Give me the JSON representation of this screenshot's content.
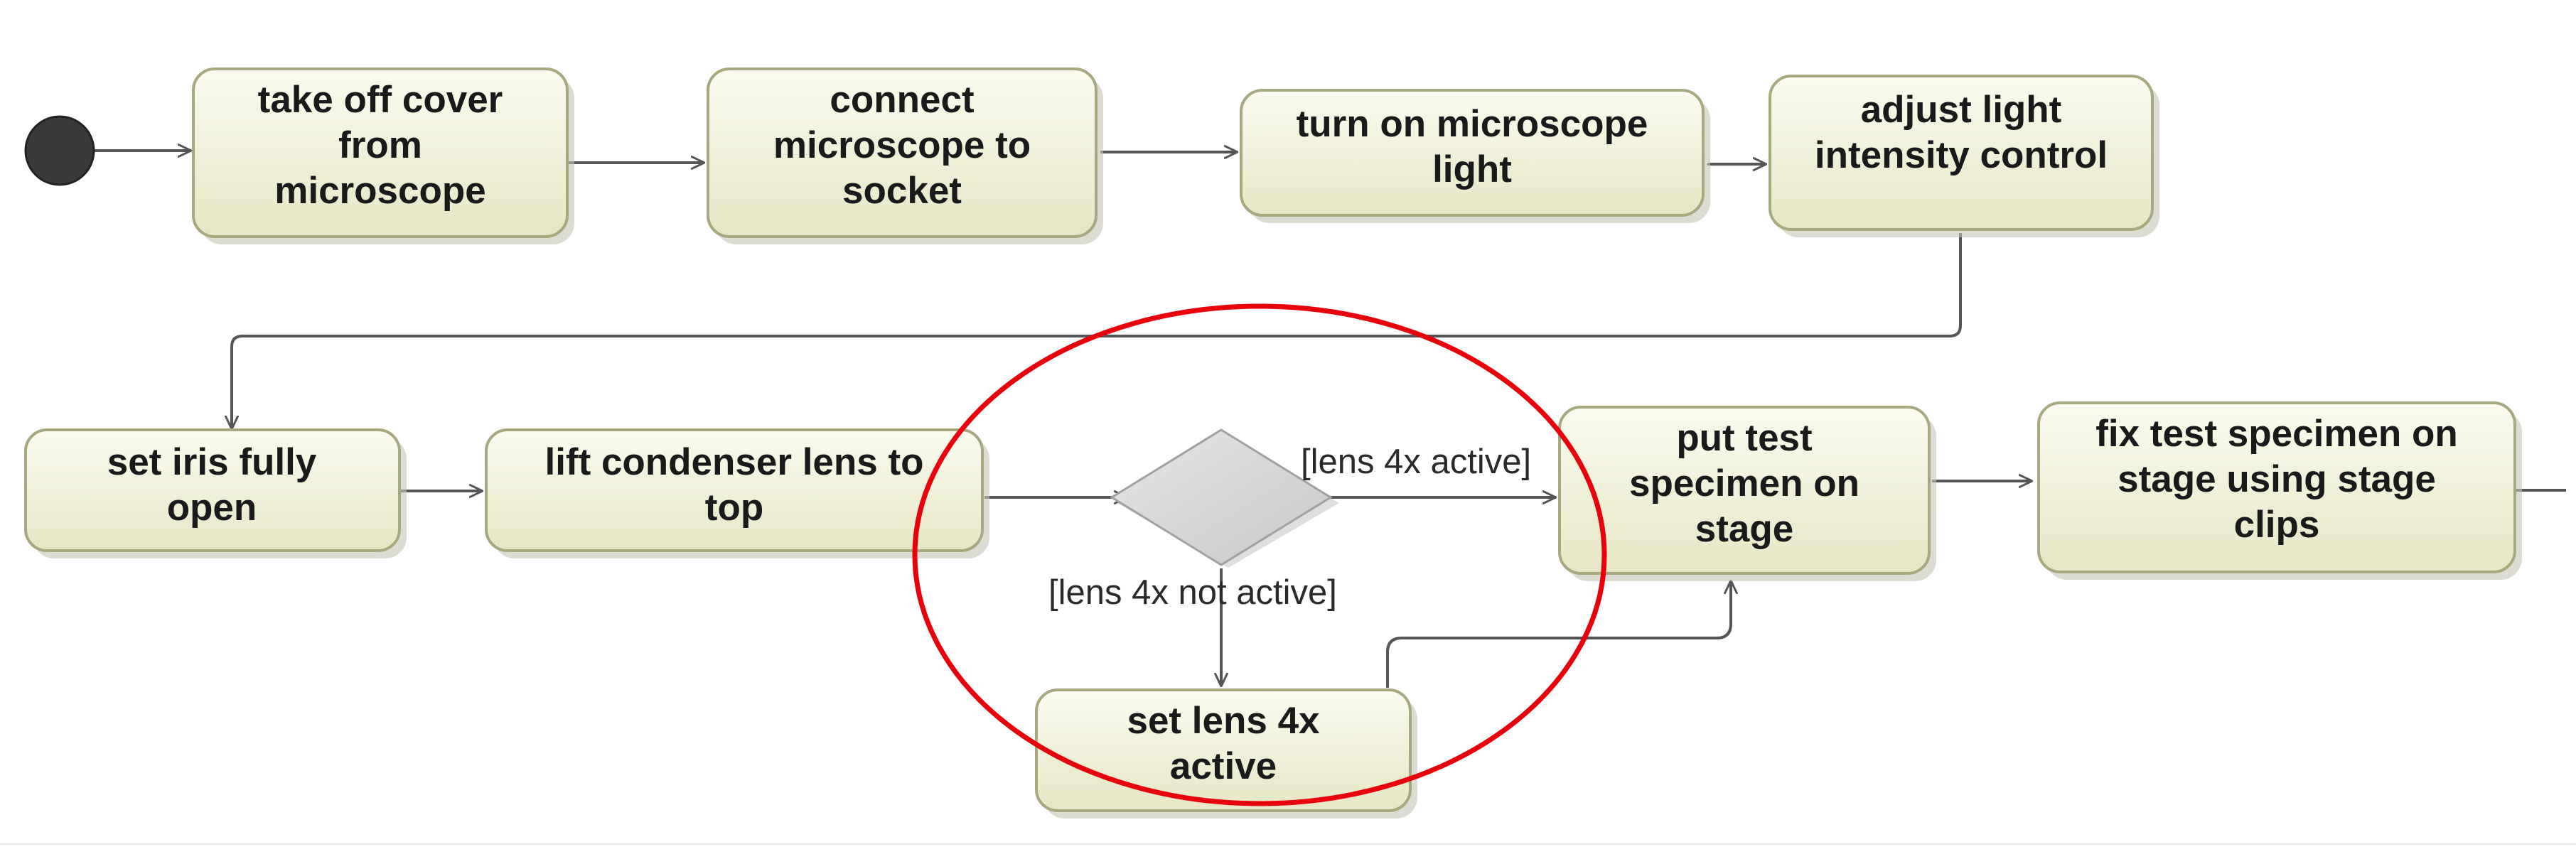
{
  "diagram": {
    "actions": [
      {
        "id": "take-off-cover",
        "lines": [
          "take off cover",
          "from",
          "microscope"
        ]
      },
      {
        "id": "connect-microscope",
        "lines": [
          "connect",
          "microscope to",
          "socket"
        ]
      },
      {
        "id": "turn-on-light",
        "lines": [
          "turn on microscope",
          "light"
        ]
      },
      {
        "id": "adjust-light",
        "lines": [
          "adjust light",
          "intensity control"
        ]
      },
      {
        "id": "set-iris",
        "lines": [
          "set iris fully",
          "open"
        ]
      },
      {
        "id": "lift-condenser",
        "lines": [
          "lift condenser lens to",
          "top"
        ]
      },
      {
        "id": "put-specimen",
        "lines": [
          "put test",
          "specimen on",
          "stage"
        ]
      },
      {
        "id": "fix-specimen",
        "lines": [
          "fix test specimen on",
          "stage using stage",
          "clips"
        ]
      },
      {
        "id": "set-lens",
        "lines": [
          "set lens 4x",
          "active"
        ]
      }
    ],
    "guards": {
      "active": "[lens 4x active]",
      "not_active": "[lens 4x not active]"
    },
    "colors": {
      "action_fill_top": "#fafbee",
      "action_fill_bottom": "#e6e6c6",
      "action_stroke": "#a8a880",
      "shadow": "#c4c4b4",
      "edge": "#555555",
      "initial_node": "#3a3a3a",
      "decision_fill": "#d4d4d4",
      "decision_stroke": "#a0a0a0",
      "highlight_ellipse": "#e8000b"
    }
  }
}
